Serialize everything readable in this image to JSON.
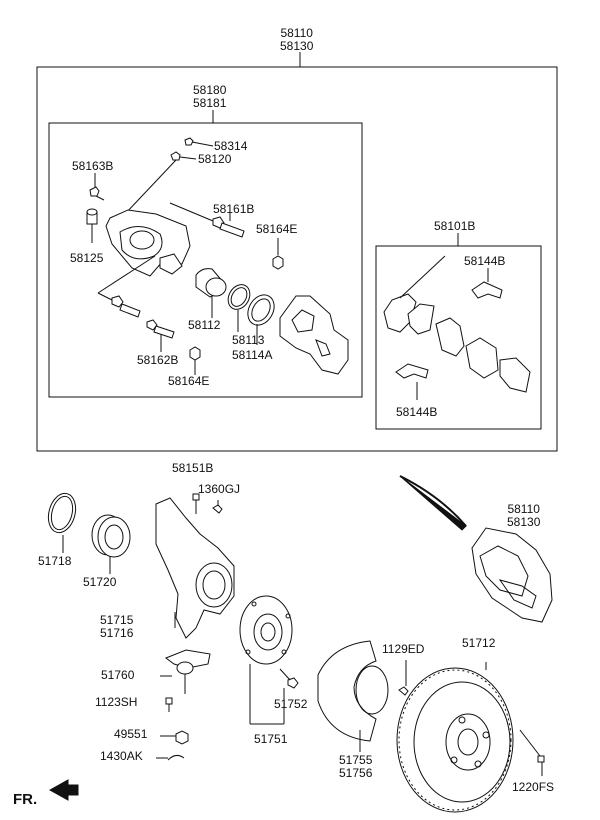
{
  "labels": {
    "assy_top_1": "58110",
    "assy_top_2": "58130",
    "caliper_1": "58180",
    "caliper_2": "58181",
    "p58314": "58314",
    "p58120": "58120",
    "p58163B": "58163B",
    "p58161B": "58161B",
    "p58164E_a": "58164E",
    "p58125": "58125",
    "p58112": "58112",
    "p58113": "58113",
    "p58114A": "58114A",
    "p58162B": "58162B",
    "p58164E_b": "58164E",
    "pads": "58101B",
    "p58144B_a": "58144B",
    "p58144B_b": "58144B",
    "p58151B": "58151B",
    "p1360GJ": "1360GJ",
    "assy_right_1": "58110",
    "assy_right_2": "58130",
    "p51718": "51718",
    "p51720": "51720",
    "p51715": "51715",
    "p51716": "51716",
    "p51760": "51760",
    "p1123SH": "1123SH",
    "p49551": "49551",
    "p1430AK": "1430AK",
    "p1129ED": "1129ED",
    "p51712": "51712",
    "p51752": "51752",
    "p51751": "51751",
    "p51755": "51755",
    "p51756": "51756",
    "p1220FS": "1220FS",
    "fr": "FR."
  }
}
